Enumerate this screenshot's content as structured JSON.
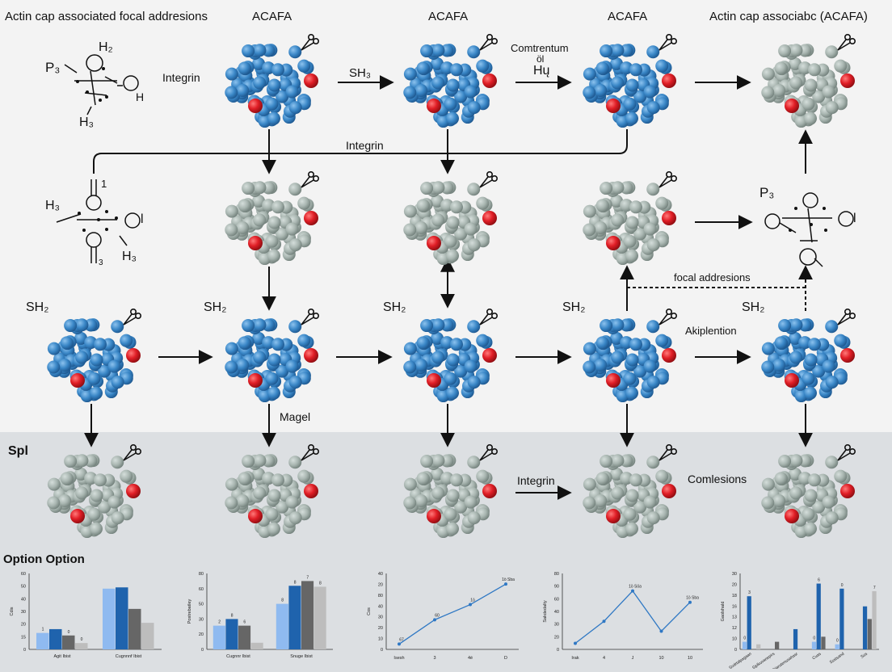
{
  "colors": {
    "background": "#f3f3f3",
    "panel": "#dcdfe2",
    "active_bead": "#3a87c7",
    "inactive_bead": "#a8b5b0",
    "focal_adhesion": "#e01e26",
    "bar_light": "#8fbaf0",
    "bar_blue": "#1f63ad",
    "bar_dark": "#666666",
    "bar_grey": "#bdbdbd",
    "line": "#2f78c4"
  },
  "labels": {
    "title_main": "Actin cap associated focal addresions",
    "title_c2": "ACAFA",
    "title_c3": "ACAFA",
    "title_c4": "ACAFA",
    "title_c5": "Actin cap associabc (ACAFA)",
    "integrin_top": "Integrin",
    "sh_arrow": "SH₃",
    "comtrentum_1": "Comtrentum",
    "comtrentum_2": "öl",
    "comtrentum_3": "Hų",
    "integrin_connector": "Integrin",
    "sh2_r3_c1": "SH₂",
    "sh2_r3_c2": "SH₂",
    "sh2_r3_c3": "SH₂",
    "sh2_r3_c4": "SH₂",
    "sh2_r3_c5": "SH₂",
    "focal_addresions": "focal addresions",
    "akiplention": "Akiplention",
    "magel": "Magel",
    "spl": "Spl",
    "integrin_row4": "Integrin",
    "comlesions": "Comlesions",
    "option_heading": "Option Option"
  },
  "chem": {
    "mol1": {
      "p": "P₃",
      "h_top": "H₂",
      "h_right": "H",
      "h_bottom": "H₃"
    },
    "mol2": {
      "h_left": "H₃",
      "top": "1",
      "right": "l",
      "h_bottom": "H₃",
      "bottom_small": "3"
    },
    "mol3": {
      "p": "P₃",
      "right": "l"
    }
  },
  "chart_data": [
    {
      "type": "bar",
      "ylabel": "Cdis",
      "yticks": [
        "0",
        "15",
        "20",
        "30",
        "40",
        "50",
        "60"
      ],
      "ylim": [
        0,
        60
      ],
      "categories": [
        "Agit Ibist",
        "Cugnnnf Ibist"
      ],
      "series": [
        {
          "color": "#8fbaf0",
          "values": [
            13,
            48
          ],
          "labels": [
            "1",
            ""
          ]
        },
        {
          "color": "#1f63ad",
          "values": [
            16,
            49
          ],
          "labels": [
            "",
            ""
          ]
        },
        {
          "color": "#666666",
          "values": [
            11,
            32
          ],
          "labels": [
            "0",
            ""
          ]
        },
        {
          "color": "#bdbdbd",
          "values": [
            5,
            21
          ],
          "labels": [
            "0",
            ""
          ]
        }
      ]
    },
    {
      "type": "bar",
      "ylabel": "Postrebatley",
      "yticks": [
        "0",
        "20",
        "30",
        "50",
        "60",
        "80"
      ],
      "ylim": [
        0,
        80
      ],
      "categories": [
        "Cugnnr Ibist",
        "Snuge Ibist"
      ],
      "series": [
        {
          "color": "#8fbaf0",
          "values": [
            25,
            48
          ],
          "labels": [
            "2",
            "8"
          ]
        },
        {
          "color": "#1f63ad",
          "values": [
            32,
            67
          ],
          "labels": [
            "8",
            "8"
          ]
        },
        {
          "color": "#666666",
          "values": [
            25,
            72
          ],
          "labels": [
            "6",
            "7"
          ]
        },
        {
          "color": "#bdbdbd",
          "values": [
            7,
            66
          ],
          "labels": [
            "",
            "8"
          ]
        }
      ]
    },
    {
      "type": "line",
      "ylabel": "Cos",
      "yticks": [
        "0",
        "10",
        "20",
        "30",
        "40",
        "80",
        "20",
        "40"
      ],
      "categories": [
        "Isesh",
        "3",
        "4é",
        "D"
      ],
      "values": [
        7,
        39,
        59,
        86
      ],
      "point_labels": [
        "67",
        "60",
        "1ö",
        "1ö Sba"
      ]
    },
    {
      "type": "line",
      "ylabel": "Sakdedalty",
      "yticks": [
        "0",
        "20",
        "30",
        "40",
        "60",
        "90",
        "80"
      ],
      "categories": [
        "Irak",
        "4",
        "J",
        "10",
        "10"
      ],
      "values": [
        8,
        37,
        77,
        24,
        62
      ],
      "point_labels": [
        "",
        "",
        "1ö Söa",
        "",
        "1ö Sba"
      ]
    },
    {
      "type": "bar",
      "ylabel": "Gaolshald",
      "yticks": [
        "0",
        "10",
        "12",
        "13",
        "16",
        "18",
        "20",
        "30"
      ],
      "ylim": [
        0,
        30
      ],
      "categories": [
        "Sodrtalpagaan",
        "Siplkuvanepirs",
        "Diarutenusahasr",
        "Cuas",
        "Ssstsand",
        "Sus"
      ],
      "series": [
        {
          "color": "#8fbaf0",
          "values": [
            3,
            0,
            0,
            3,
            2,
            0
          ],
          "labels": [
            "0",
            "",
            "",
            "0",
            "0",
            ""
          ]
        },
        {
          "color": "#1f63ad",
          "values": [
            21,
            0,
            8,
            26,
            24,
            17
          ],
          "labels": [
            "3",
            "",
            "",
            "6",
            "0",
            ""
          ]
        },
        {
          "color": "#666666",
          "values": [
            0,
            3,
            0,
            5,
            0,
            12
          ],
          "labels": [
            "",
            "",
            "",
            "",
            "",
            ""
          ]
        },
        {
          "color": "#bdbdbd",
          "values": [
            2,
            0,
            0,
            0,
            0,
            23
          ],
          "labels": [
            "",
            "",
            "",
            "",
            "",
            "7"
          ]
        }
      ]
    }
  ]
}
